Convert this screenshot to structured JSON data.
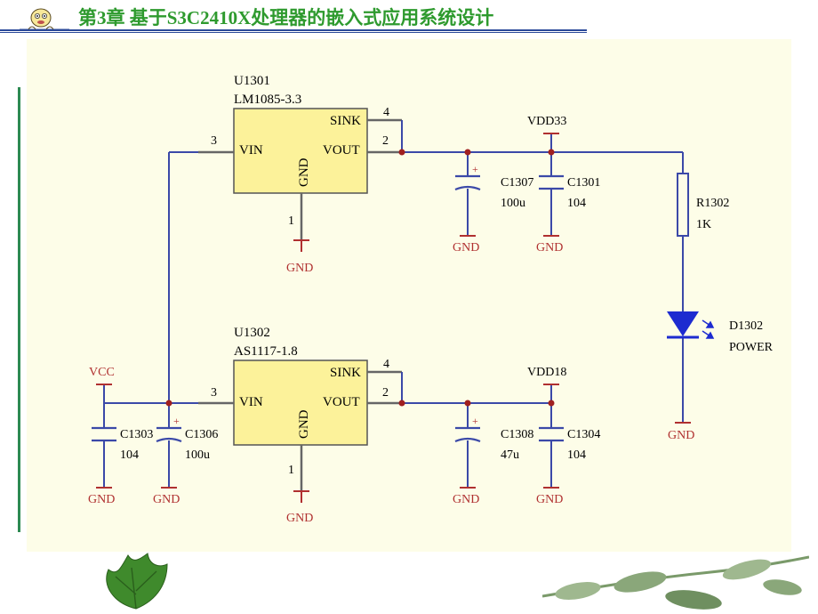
{
  "header": {
    "title": "第3章 基于S3C2410X处理器的嵌入式应用系统设计"
  },
  "regulators": [
    {
      "ref": "U1301",
      "part": "LM1085-3.3",
      "pins": {
        "sink": "SINK",
        "vin": "VIN",
        "vout": "VOUT",
        "gnd": "GND"
      },
      "pin_numbers": {
        "sink": "4",
        "vin": "3",
        "vout": "2",
        "gnd": "1"
      },
      "gnd_label": "GND",
      "rail": "VDD33"
    },
    {
      "ref": "U1302",
      "part": "AS1117-1.8",
      "pins": {
        "sink": "SINK",
        "vin": "VIN",
        "vout": "VOUT",
        "gnd": "GND"
      },
      "pin_numbers": {
        "sink": "4",
        "vin": "3",
        "vout": "2",
        "gnd": "1"
      },
      "gnd_label": "GND",
      "rail": "VDD18"
    }
  ],
  "capacitors": {
    "c1307": {
      "ref": "C1307",
      "value": "100u",
      "gnd": "GND"
    },
    "c1301": {
      "ref": "C1301",
      "value": "104",
      "gnd": "GND"
    },
    "c1308": {
      "ref": "C1308",
      "value": "47u",
      "gnd": "GND"
    },
    "c1304": {
      "ref": "C1304",
      "value": "104",
      "gnd": "GND"
    },
    "c1303": {
      "ref": "C1303",
      "value": "104",
      "gnd": "GND"
    },
    "c1306": {
      "ref": "C1306",
      "value": "100u",
      "gnd": "GND"
    }
  },
  "resistor": {
    "ref": "R1302",
    "value": "1K"
  },
  "led": {
    "ref": "D1302",
    "value": "POWER",
    "gnd": "GND"
  },
  "vcc": {
    "label": "VCC"
  },
  "colors": {
    "title": "#2e9a2e",
    "wire_blue": "#3b49a8",
    "wire_dark": "#555555",
    "ic_fill": "#fcf29a",
    "junction": "#a02020",
    "power_port": "#b03030",
    "led": "#1d2bd0",
    "background": "#fdfde8"
  }
}
